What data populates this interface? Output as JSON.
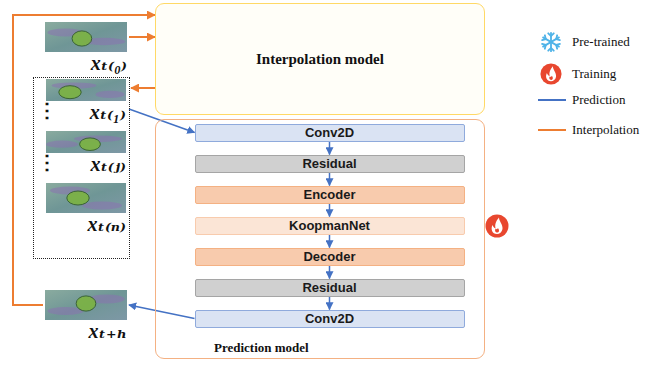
{
  "diagram": {
    "nodes": [
      {
        "text": [
          "xₜ₍₀₎"
        ]
      },
      {
        "text": [
          "Interpolation model"
        ]
      },
      {
        "text": []
      },
      {
        "text": [
          "xₜ₍₁₎"
        ],
        "in": 2
      },
      {
        "text": [
          "xₜ₍ⱼ₎"
        ],
        "in": 2
      },
      {
        "text": [
          "xₜ₍ₙ₎"
        ],
        "in": 2
      },
      {
        "text": [
          "Prediction model"
        ]
      },
      {
        "text": [
          "Conv2D"
        ],
        "in": 6
      },
      {
        "text": [
          "Residual"
        ],
        "in": 6
      },
      {
        "text": [
          "Encoder"
        ],
        "in": 6
      },
      {
        "text": [
          "KoopmanNet"
        ],
        "in": 6
      },
      {
        "text": [
          "Decoder"
        ],
        "in": 6
      },
      {
        "text": [
          "Residual"
        ],
        "in": 6
      },
      {
        "text": [
          "Conv2D"
        ],
        "in": 6
      },
      {
        "text": [
          "xₜ₊ₕ"
        ]
      }
    ],
    "edges": [
      {
        "from": 0,
        "to": 1,
        "arrow": "to"
      },
      {
        "from": 14,
        "to": 1,
        "arrow": "to"
      },
      {
        "from": 1,
        "to": 2,
        "arrow": "to"
      },
      {
        "from": 3,
        "to": 7,
        "arrow": "to"
      },
      {
        "from": 7,
        "to": 8,
        "arrow": "to"
      },
      {
        "from": 8,
        "to": 9,
        "arrow": "to"
      },
      {
        "from": 9,
        "to": 10,
        "arrow": "to"
      },
      {
        "from": 10,
        "to": 11,
        "arrow": "to"
      },
      {
        "from": 11,
        "to": 12,
        "arrow": "to"
      },
      {
        "from": 12,
        "to": 13,
        "arrow": "to"
      },
      {
        "from": 13,
        "to": 14,
        "arrow": "to"
      }
    ],
    "labels": [
      "⋮",
      "⋮"
    ],
    "legend": [
      {
        "text": "Pre-trained"
      },
      {
        "text": "Training"
      },
      {
        "text": "Prediction"
      },
      {
        "text": "Interpolation"
      }
    ]
  }
}
